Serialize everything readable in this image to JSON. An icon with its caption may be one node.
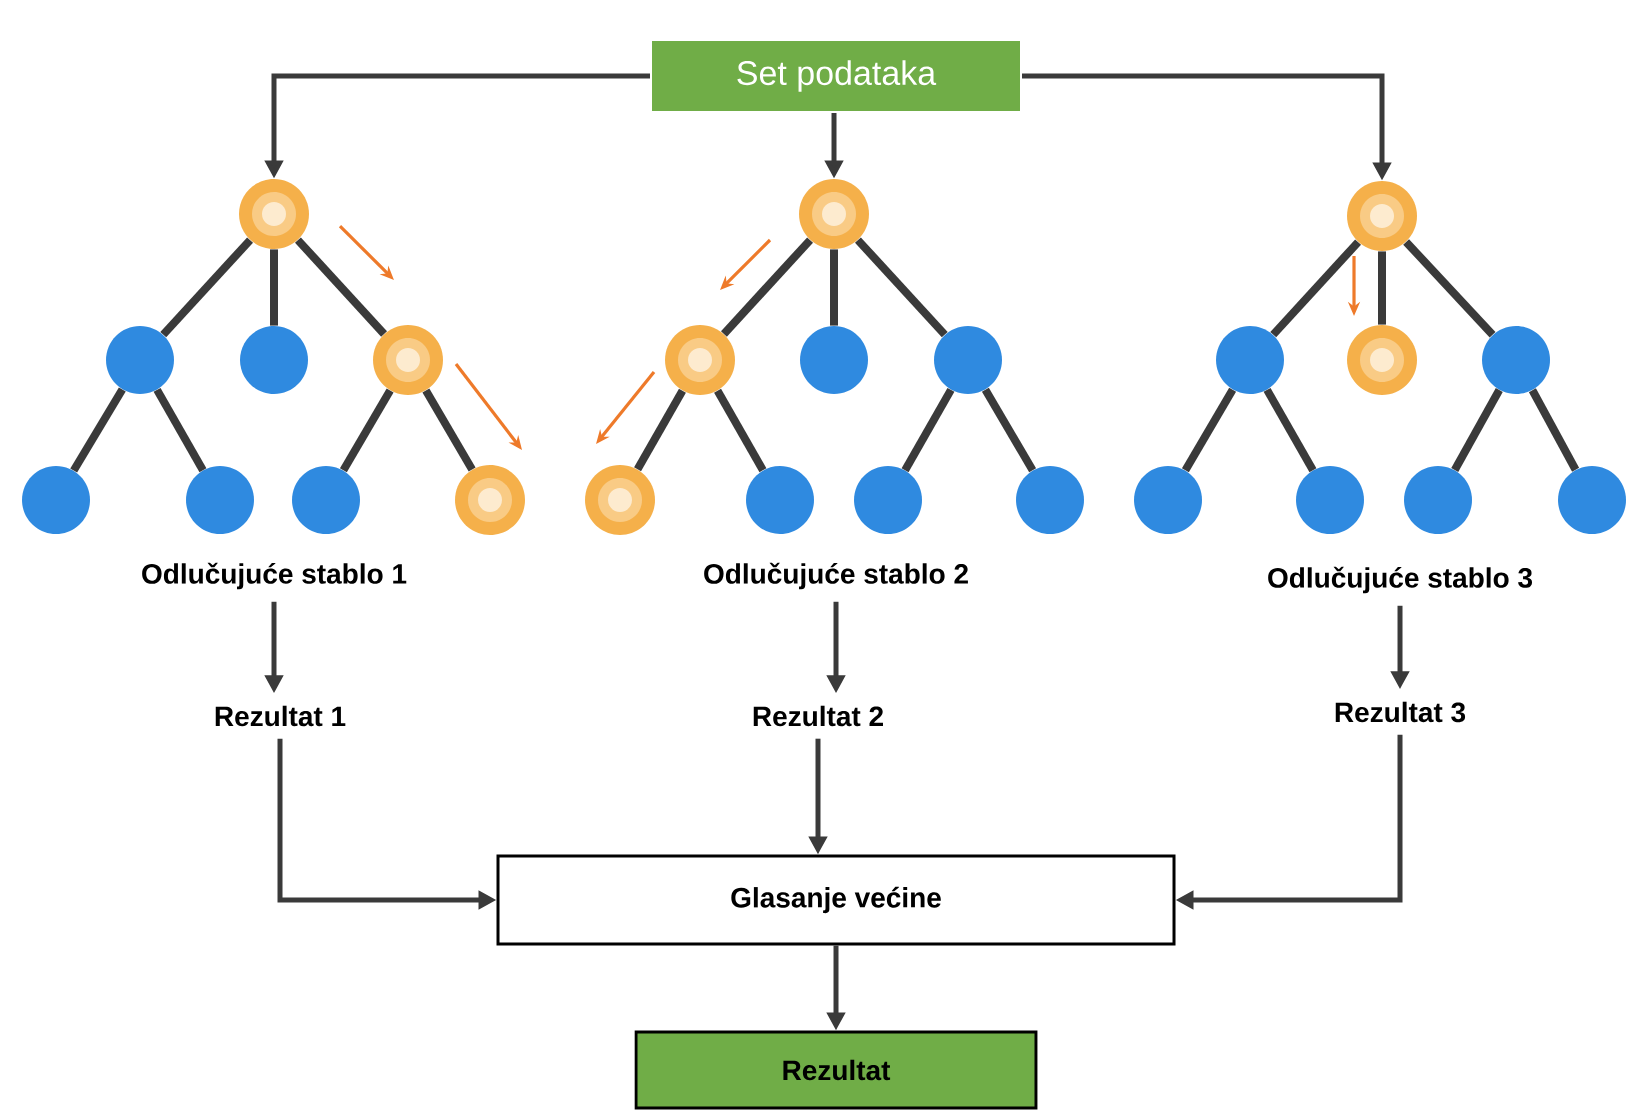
{
  "diagram": {
    "nodes": [
      {
        "text": [
          "Set podataka"
        ]
      },
      {
        "text": [],
        "shape": "circle"
      },
      {
        "text": [],
        "shape": "circle"
      },
      {
        "text": [],
        "shape": "circle"
      },
      {
        "text": [],
        "shape": "circle"
      },
      {
        "text": [],
        "shape": "circle"
      },
      {
        "text": [],
        "shape": "circle"
      },
      {
        "text": [],
        "shape": "circle"
      },
      {
        "text": [],
        "shape": "circle"
      },
      {
        "text": [],
        "shape": "circle"
      },
      {
        "text": [],
        "shape": "circle"
      },
      {
        "text": [],
        "shape": "circle"
      },
      {
        "text": [],
        "shape": "circle"
      },
      {
        "text": [],
        "shape": "circle"
      },
      {
        "text": [],
        "shape": "circle"
      },
      {
        "text": [],
        "shape": "circle"
      },
      {
        "text": [],
        "shape": "circle"
      },
      {
        "text": [],
        "shape": "circle"
      },
      {
        "text": [],
        "shape": "circle"
      },
      {
        "text": [],
        "shape": "circle"
      },
      {
        "text": [],
        "shape": "circle"
      },
      {
        "text": [],
        "shape": "circle"
      },
      {
        "text": [],
        "shape": "circle"
      },
      {
        "text": [],
        "shape": "circle"
      },
      {
        "text": [],
        "shape": "circle"
      },
      {
        "text": [
          "Odlučujuće stablo 1"
        ]
      },
      {
        "text": [
          "Odlučujuće stablo 2"
        ]
      },
      {
        "text": [
          "Odlučujuće stablo 3"
        ]
      },
      {
        "text": [
          "Rezultat 1"
        ]
      },
      {
        "text": [
          "Rezultat 2"
        ]
      },
      {
        "text": [
          "Rezultat 3"
        ]
      },
      {
        "text": [
          "Glasanje većine"
        ]
      },
      {
        "text": [
          "Rezultat"
        ]
      }
    ],
    "edges": [
      {
        "from": 0,
        "to": 1,
        "arrow": "to"
      },
      {
        "from": 0,
        "to": 9,
        "arrow": "to"
      },
      {
        "from": 0,
        "to": 17,
        "arrow": "to"
      },
      {
        "from": 1,
        "to": 2,
        "arrow": "none"
      },
      {
        "from": 1,
        "to": 3,
        "arrow": "none"
      },
      {
        "from": 1,
        "to": 4,
        "arrow": "none"
      },
      {
        "from": 2,
        "to": 5,
        "arrow": "none"
      },
      {
        "from": 2,
        "to": 6,
        "arrow": "none"
      },
      {
        "from": 4,
        "to": 7,
        "arrow": "none"
      },
      {
        "from": 4,
        "to": 8,
        "arrow": "none"
      },
      {
        "from": 9,
        "to": 10,
        "arrow": "none"
      },
      {
        "from": 9,
        "to": 11,
        "arrow": "none"
      },
      {
        "from": 9,
        "to": 12,
        "arrow": "none"
      },
      {
        "from": 10,
        "to": 13,
        "arrow": "none"
      },
      {
        "from": 10,
        "to": 14,
        "arrow": "none"
      },
      {
        "from": 12,
        "to": 15,
        "arrow": "none"
      },
      {
        "from": 12,
        "to": 16,
        "arrow": "none"
      },
      {
        "from": 17,
        "to": 18,
        "arrow": "none"
      },
      {
        "from": 17,
        "to": 19,
        "arrow": "none"
      },
      {
        "from": 17,
        "to": 20,
        "arrow": "none"
      },
      {
        "from": 18,
        "to": 21,
        "arrow": "none"
      },
      {
        "from": 18,
        "to": 22,
        "arrow": "none"
      },
      {
        "from": 20,
        "to": 23,
        "arrow": "none"
      },
      {
        "from": 20,
        "to": 24,
        "arrow": "none"
      },
      {
        "from": 25,
        "to": 28,
        "arrow": "to"
      },
      {
        "from": 26,
        "to": 29,
        "arrow": "to"
      },
      {
        "from": 27,
        "to": 30,
        "arrow": "to"
      },
      {
        "from": 28,
        "to": 31,
        "arrow": "to"
      },
      {
        "from": 29,
        "to": 31,
        "arrow": "to"
      },
      {
        "from": 30,
        "to": 31,
        "arrow": "to"
      },
      {
        "from": 31,
        "to": 32,
        "arrow": "to"
      }
    ]
  }
}
